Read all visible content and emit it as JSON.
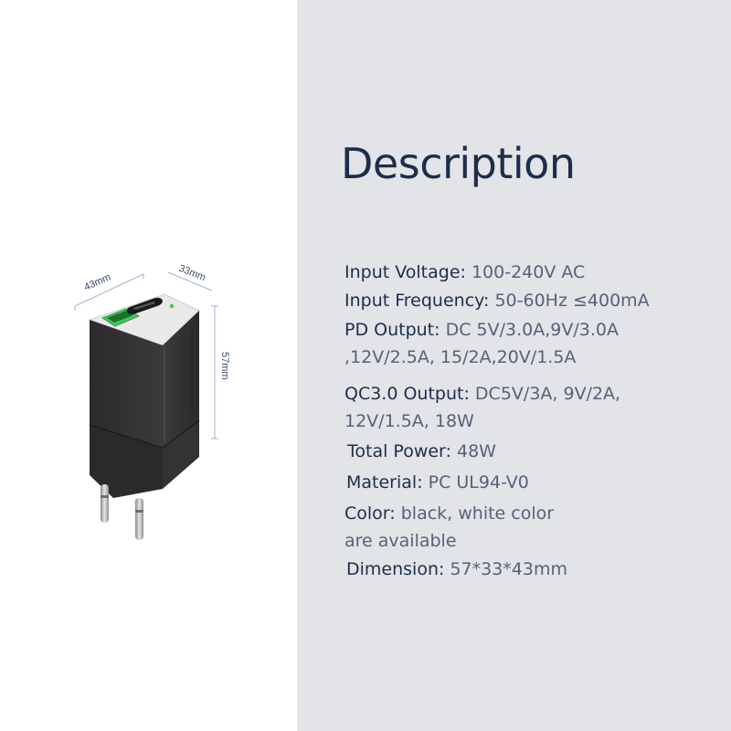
{
  "title": "Description",
  "product_image": {
    "dimensions": {
      "width_label": "43mm",
      "depth_label": "33mm",
      "height_label": "57mm"
    }
  },
  "specs": [
    {
      "label": "Input Voltage:",
      "value": " 100-240V AC"
    },
    {
      "label": "Input Frequency:",
      "value": " 50-60Hz ≤400mA"
    },
    {
      "label": "PD Output:",
      "value": " DC 5V/3.0A,9V/3.0A",
      "value2": ",12V/2.5A, 15/2A,20V/1.5A"
    },
    {
      "label": "QC3.0 Output:",
      "value": " DC5V/3A, 9V/2A,",
      "value2": "12V/1.5A, 18W"
    },
    {
      "label": "Total Power:",
      "value": " 48W"
    },
    {
      "label": "Material:",
      "value": " PC UL94-V0"
    },
    {
      "label": "Color:",
      "value": " black, white color",
      "value2": "are available"
    },
    {
      "label": "Dimension:",
      "value": " 57*33*43mm"
    }
  ],
  "colors": {
    "panel_bg": "#e3e4e8",
    "title": "#1d2e4b",
    "text": "#556277",
    "led": "#3ec85a"
  }
}
